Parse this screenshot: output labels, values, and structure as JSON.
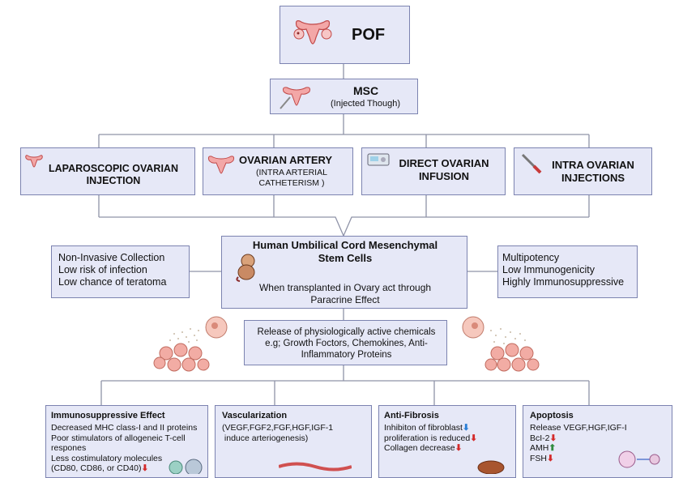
{
  "pof": {
    "label": "POF"
  },
  "msc": {
    "title": "MSC",
    "subtitle": "(Injected Though)"
  },
  "routes": [
    {
      "title": "LAPAROSCOPIC OVARIAN INJECTION",
      "subtitle": ""
    },
    {
      "title": "OVARIAN ARTERY",
      "subtitle": "(INTRA ARTERIAL CATHETERISM )"
    },
    {
      "title": "DIRECT OVARIAN INFUSION",
      "subtitle": ""
    },
    {
      "title": "INTRA OVARIAN INJECTIONS",
      "subtitle": ""
    }
  ],
  "hucmsc": {
    "title_line1": "Human Umbilical Cord Mesenchymal",
    "title_line2": "Stem Cells",
    "text_line1": "When transplanted in Ovary act through",
    "text_line2": "Paracrine Effect"
  },
  "left_props": [
    "Non-Invasive Collection",
    "Low risk of infection",
    "Low chance of teratoma"
  ],
  "right_props": [
    "Multipotency",
    "Low Immunogenicity",
    "Highly Immunosuppressive"
  ],
  "release": {
    "line1": "Release of physiologically active chemicals",
    "line2": "e.g; Growth Foctors, Chemokines, Anti-",
    "line3": "Inflammatory Proteins"
  },
  "effects": {
    "immuno": {
      "title": "Immunosuppressive Effect",
      "lines": [
        "Decreased MHC class-I and II proteins",
        "Poor stimulators of allogeneic T-cell",
        "respones",
        "Less costimulatory molecules",
        "(CD80, CD86, or CD40)"
      ]
    },
    "vasc": {
      "title": "Vascularization",
      "lines": [
        "(VEGF,FGF2,FGF,HGF,IGF-1",
        " induce arteriogenesis)"
      ]
    },
    "fibrosis": {
      "title": "Anti-Fibrosis",
      "lines": [
        "Inhibiton of fibroblast",
        "proliferation is reduced",
        "Collagen decrease"
      ]
    },
    "apoptosis": {
      "title": "Apoptosis",
      "lines": [
        "Release VEGF,HGF,IGF-I",
        "BcI-2",
        "AMH",
        "FSH"
      ]
    }
  },
  "arrows": {
    "down": "⬇",
    "up": "⬆"
  }
}
